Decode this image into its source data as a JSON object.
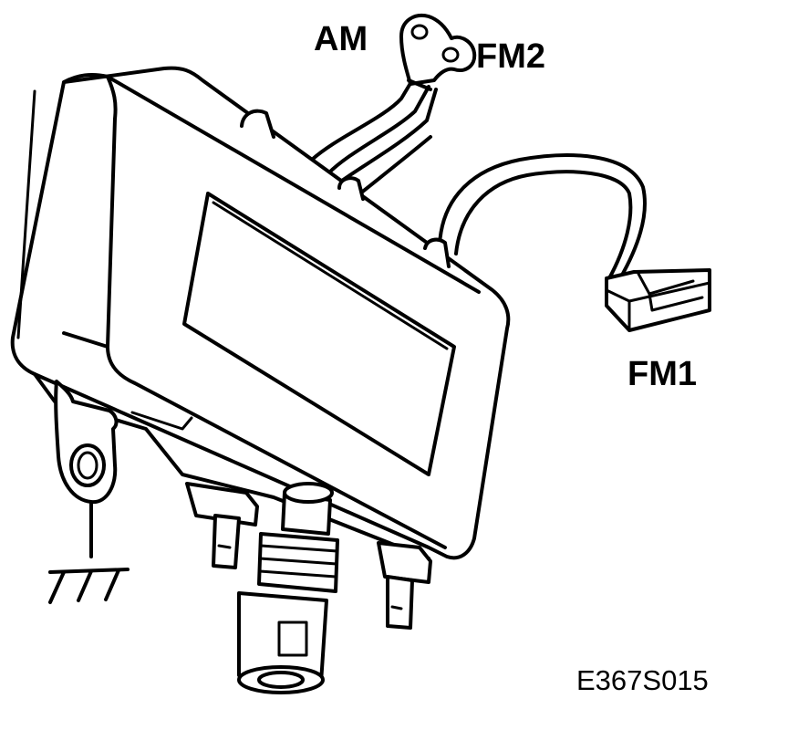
{
  "labels": {
    "am": "AM",
    "fm2": "FM2",
    "fm1": "FM1",
    "figure_code": "E367S015"
  }
}
